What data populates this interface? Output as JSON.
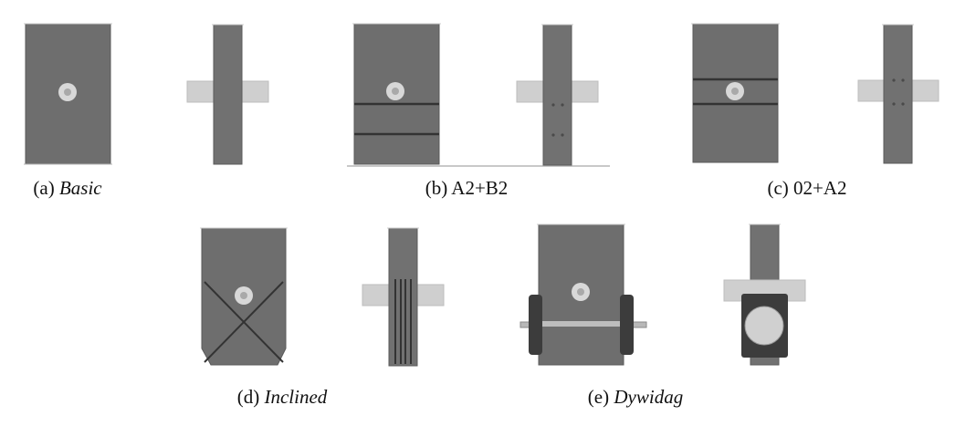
{
  "colors": {
    "plate": "#6e6e6e",
    "plate_edge": "#5a5a5a",
    "column": "#717171",
    "beam": "#cfcfcf",
    "hole_ring": "#d8d8d8",
    "hole_center": "#a9a9a9",
    "line": "#333333",
    "clamp": "#3c3c3c",
    "ground": "#b5b5b5"
  },
  "panels": [
    {
      "id": "a",
      "prefix": "(a) ",
      "name": "Basic",
      "italic": true
    },
    {
      "id": "b",
      "prefix": "(b) ",
      "name": "A2+B2",
      "italic": false
    },
    {
      "id": "c",
      "prefix": "(c) ",
      "name": "02+A2",
      "italic": false
    },
    {
      "id": "d",
      "prefix": "(d) ",
      "name": "Inclined",
      "italic": true
    },
    {
      "id": "e",
      "prefix": "(e) ",
      "name": "Dywidag",
      "italic": true
    }
  ]
}
